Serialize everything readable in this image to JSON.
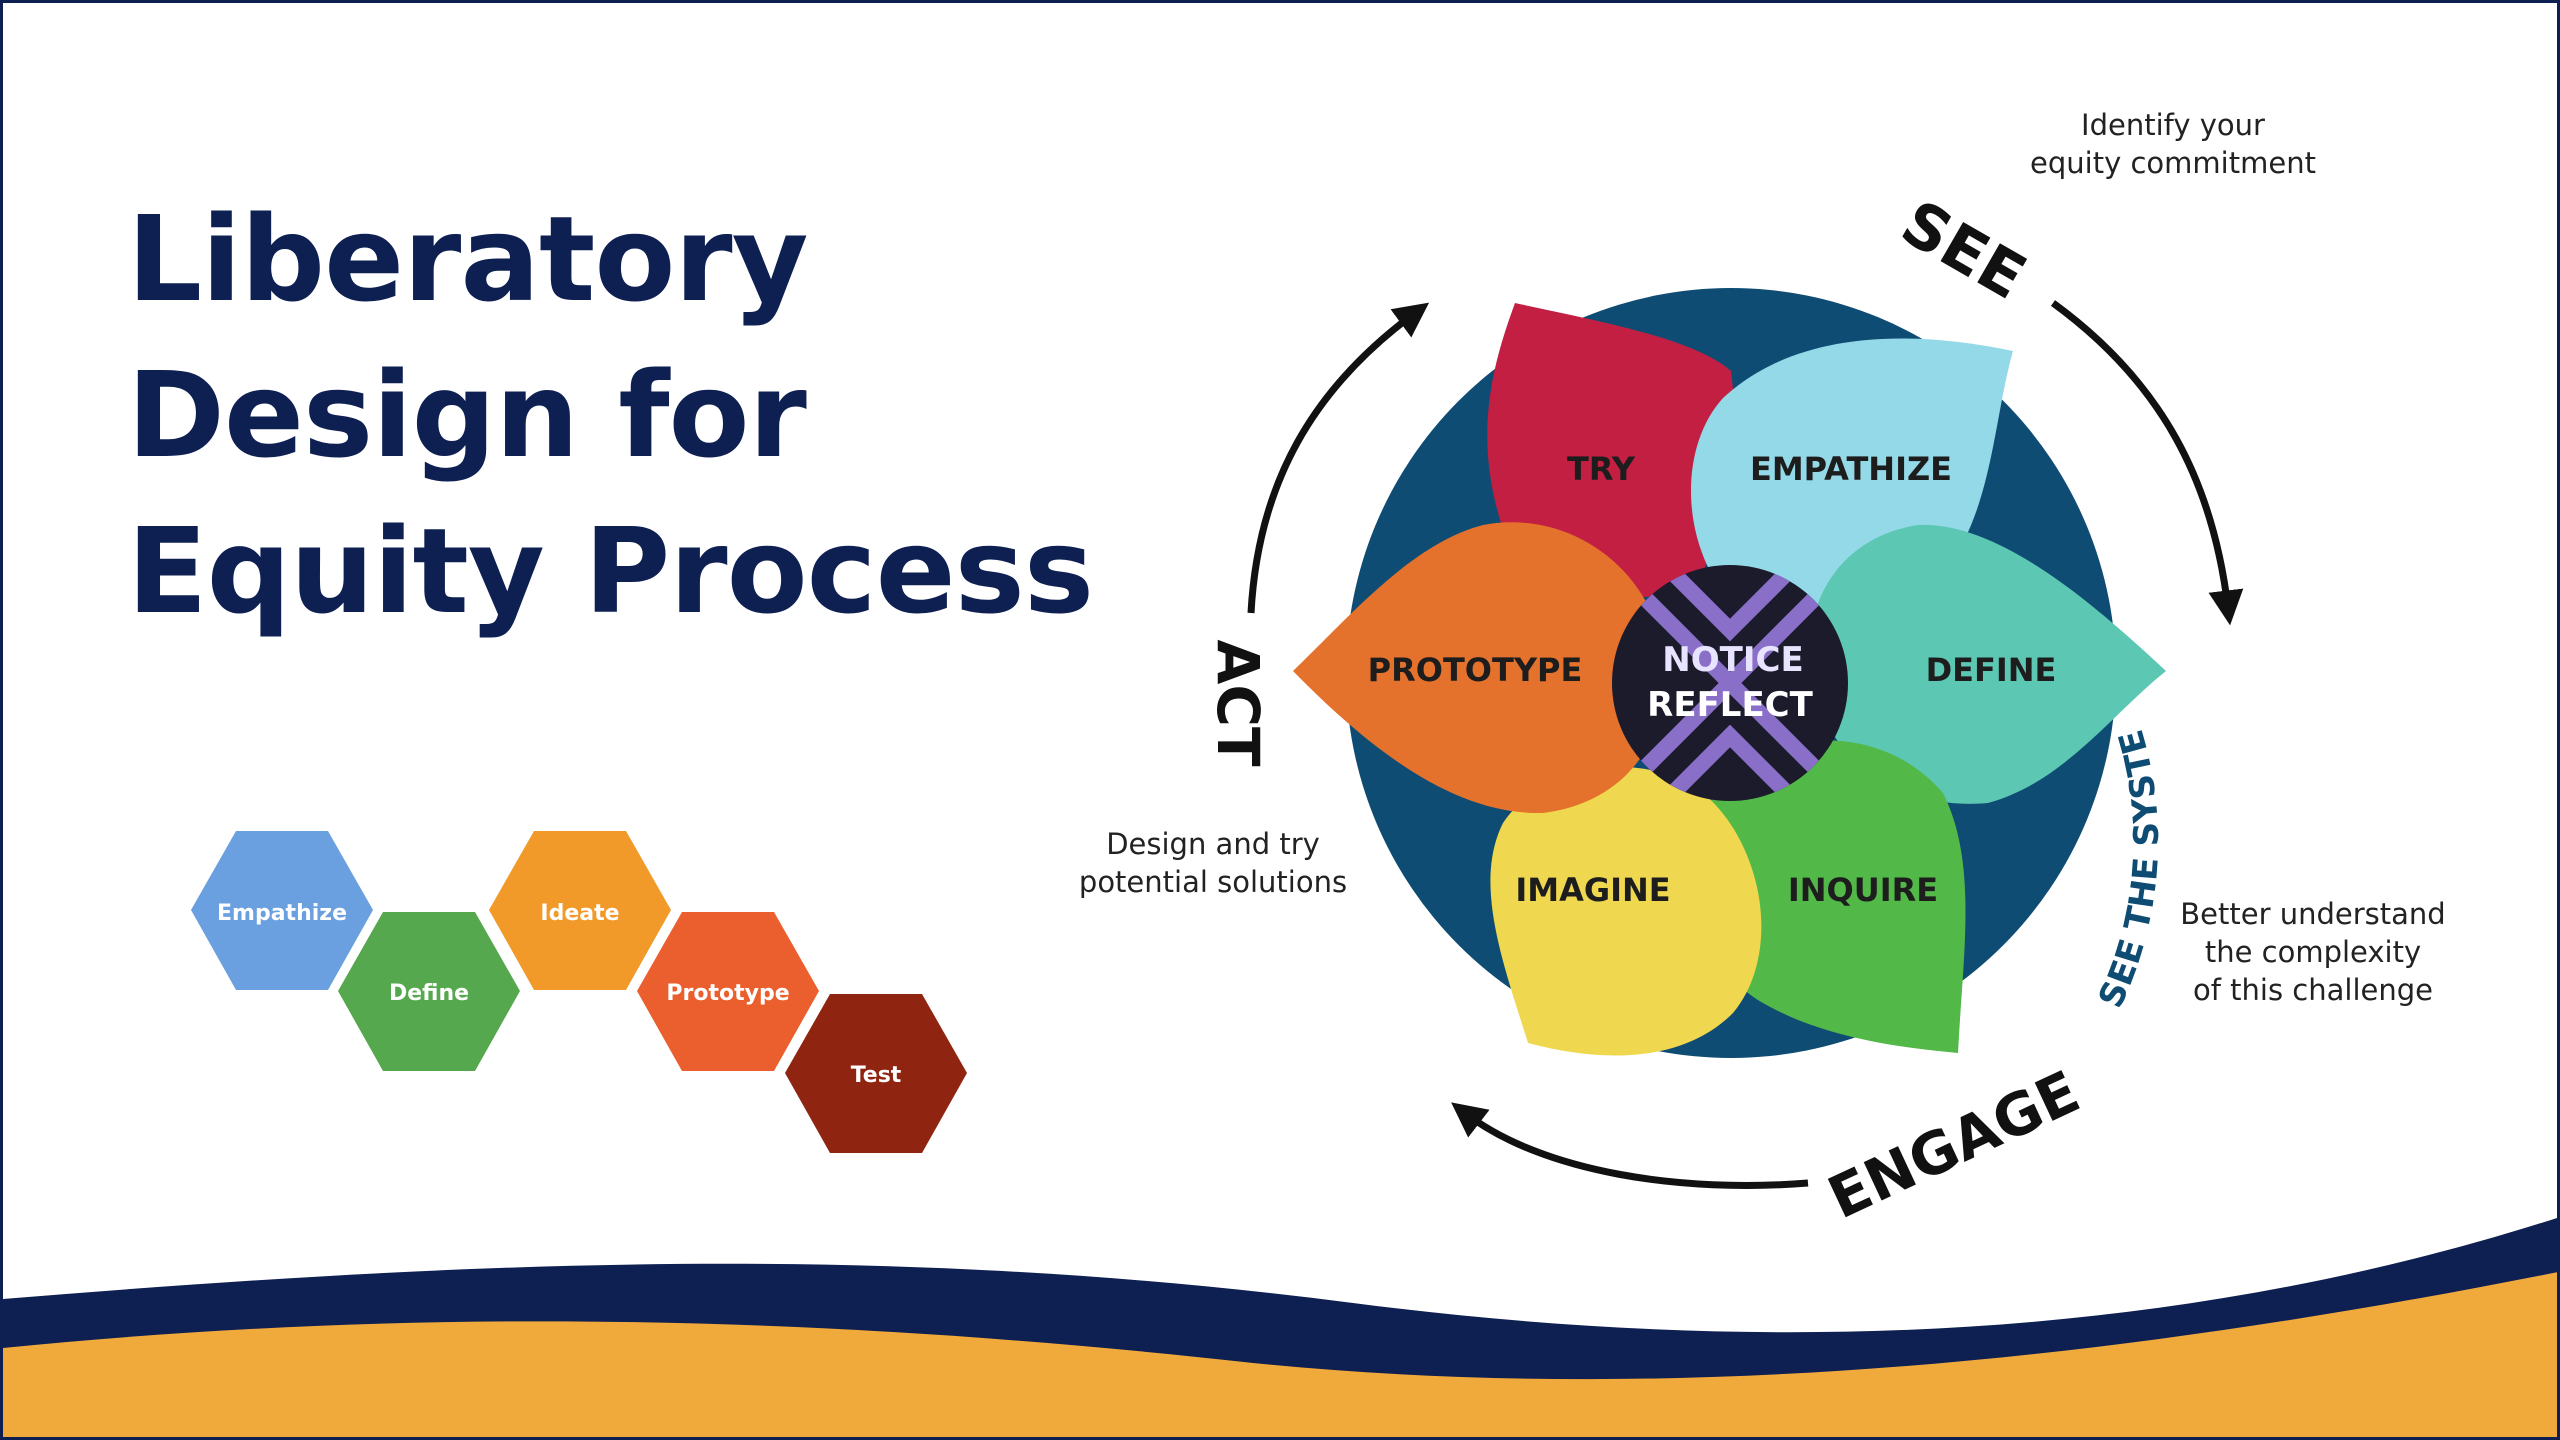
{
  "title_lines": [
    "Liberatory",
    "Design for",
    "Equity Process"
  ],
  "colors": {
    "navy": "#0e1f52",
    "gold": "#f0a93b",
    "circle": "#0f4c73",
    "try": "#c21f43",
    "empathize": "#94d9e8",
    "define": "#5cc7b2",
    "inquire": "#52b848",
    "imagine": "#efd84f",
    "prototype": "#e4712c"
  },
  "hexes": [
    {
      "label": "Empathize",
      "color": "#6aa0e0"
    },
    {
      "label": "Define",
      "color": "#56a84e"
    },
    {
      "label": "Ideate",
      "color": "#f19a2a"
    },
    {
      "label": "Prototype",
      "color": "#ea5f2d"
    },
    {
      "label": "Test",
      "color": "#8f2410"
    }
  ],
  "petals": {
    "try": "TRY",
    "empathize": "EMPATHIZE",
    "define": "DEFINE",
    "inquire": "INQUIRE",
    "imagine": "IMAGINE",
    "prototype": "PROTOTYPE"
  },
  "center": {
    "line1": "NOTICE",
    "line2": "REFLECT"
  },
  "modes": {
    "see": "SEE",
    "engage": "ENGAGE",
    "act": "ACT",
    "see_system": "SEE THE SYSTEM"
  },
  "captions": {
    "identify": [
      "Identify your",
      "equity commitment"
    ],
    "better": [
      "Better understand",
      "the complexity",
      "of this challenge"
    ],
    "design": [
      "Design and try",
      "potential solutions"
    ]
  }
}
